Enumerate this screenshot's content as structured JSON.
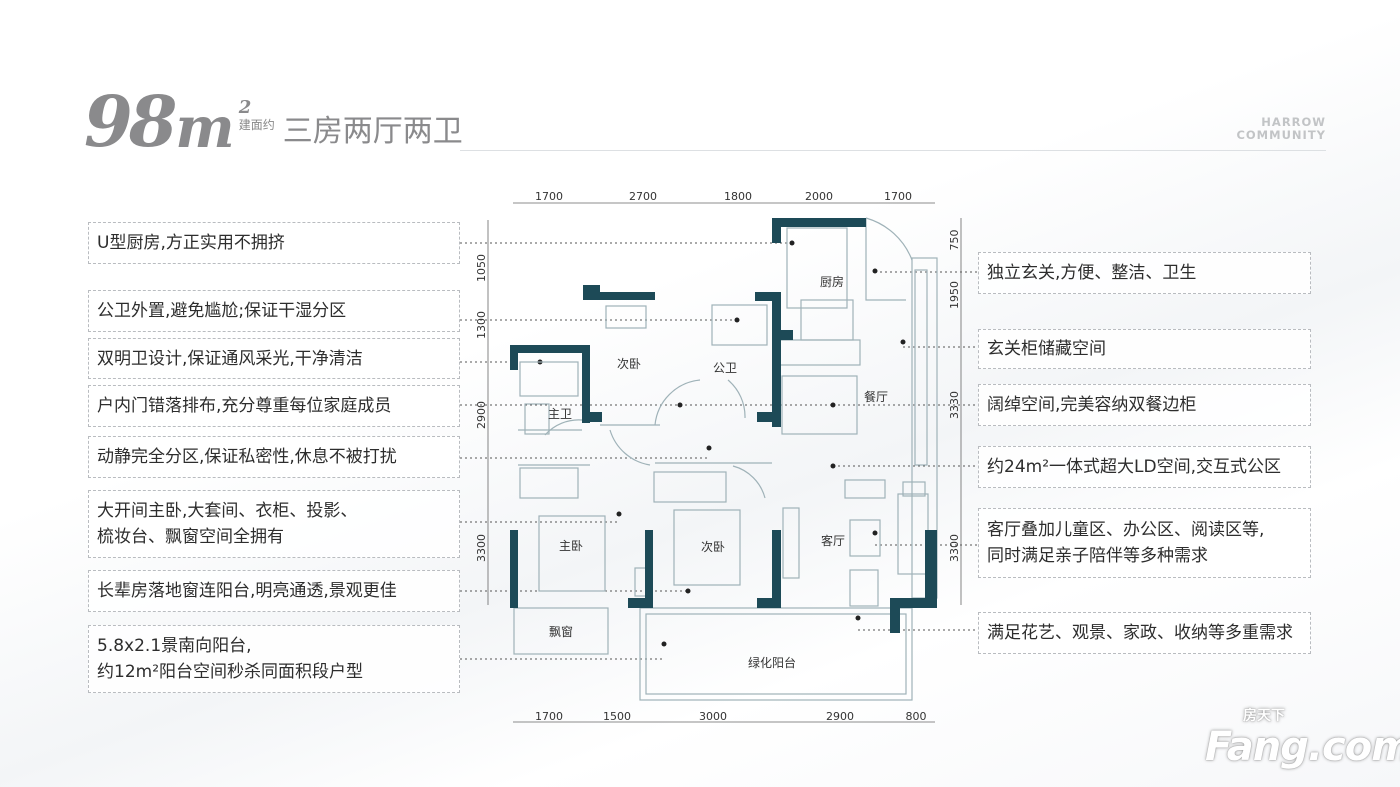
{
  "header": {
    "area_number": "98",
    "area_unit": "m",
    "area_sup": "2",
    "area_prefix": "建面约",
    "layout_name": "三房两厅两卫",
    "brand_line1": "HARROW",
    "brand_line2": "COMMUNITY"
  },
  "left_notes": [
    "U型厨房,方正实用不拥挤",
    "公卫外置,避免尴尬;保证干湿分区",
    "双明卫设计,保证通风采光,干净清洁",
    "户内门错落排布,充分尊重每位家庭成员",
    "动静完全分区,保证私密性,休息不被打扰",
    "大开间主卧,大套间、衣柜、投影、",
    "梳妆台、飘窗空间全拥有",
    "长辈房落地窗连阳台,明亮通透,景观更佳",
    "5.8x2.1景南向阳台,",
    "约12m²阳台空间秒杀同面积段户型"
  ],
  "right_notes": [
    "独立玄关,方便、整洁、卫生",
    "玄关柜储藏空间",
    "阔绰空间,完美容纳双餐边柜",
    "约24m²一体式超大LD空间,交互式公区",
    "客厅叠加儿童区、办公区、阅读区等,",
    "同时满足亲子陪伴等多种需求",
    "满足花艺、观景、家政、收纳等多重需求"
  ],
  "dims": {
    "top": [
      "1700",
      "2700",
      "1800",
      "2000",
      "1700"
    ],
    "bottom": [
      "1700",
      "1500",
      "3000",
      "2900",
      "800"
    ],
    "left": [
      "1050",
      "1300",
      "2900",
      "3300"
    ],
    "right": [
      "750",
      "1950",
      "3330",
      "3300"
    ]
  },
  "rooms": {
    "kitchen": "厨房",
    "bed2a": "次卧",
    "pubbath": "公卫",
    "dining": "餐厅",
    "masterbath": "主卫",
    "master": "主卧",
    "bed2b": "次卧",
    "living": "客厅",
    "baywindow": "飘窗",
    "balcony": "绿化阳台"
  },
  "watermark": {
    "brand": "Fang.com",
    "cn": "房天下"
  },
  "colors": {
    "wall": "#1d4a57",
    "text": "#2d2d2d",
    "grey": "#8a8a8c"
  }
}
